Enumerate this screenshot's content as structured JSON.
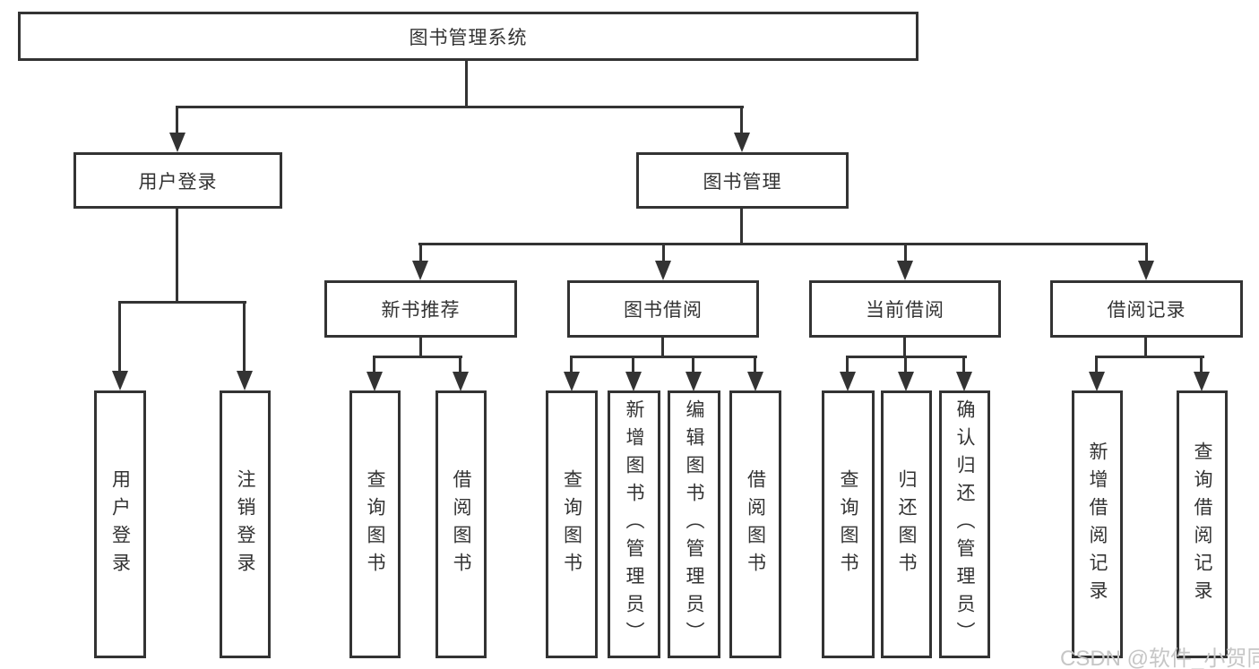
{
  "diagram": {
    "root_label": "图书管理系统",
    "branches": [
      {
        "label": "用户登录",
        "leaves": [
          {
            "label": "用户登录"
          },
          {
            "label": "注销登录"
          }
        ]
      },
      {
        "label": "图书管理",
        "groups": [
          {
            "label": "新书推荐",
            "leaves": [
              {
                "label": "查询图书"
              },
              {
                "label": "借阅图书"
              }
            ]
          },
          {
            "label": "图书借阅",
            "leaves": [
              {
                "label": "查询图书"
              },
              {
                "label": "新增图书（管理员）"
              },
              {
                "label": "编辑图书（管理员）"
              },
              {
                "label": "借阅图书"
              }
            ]
          },
          {
            "label": "当前借阅",
            "leaves": [
              {
                "label": "查询图书"
              },
              {
                "label": "归还图书"
              },
              {
                "label": "确认归还（管理员）"
              }
            ]
          },
          {
            "label": "借阅记录",
            "leaves": [
              {
                "label": "新增借阅记录"
              },
              {
                "label": "查询借阅记录"
              }
            ]
          }
        ]
      }
    ],
    "watermark": "CSDN @软件_小贺同学",
    "colors": {
      "line": "#333333",
      "box_border": "#333333",
      "box_fill": "#ffffff",
      "text": "#333333",
      "watermark": "#c6c6c6",
      "background": "#ffffff"
    }
  }
}
